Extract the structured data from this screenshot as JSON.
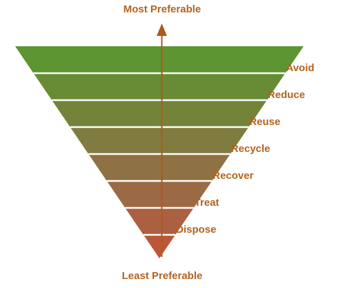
{
  "diagram": {
    "top_label": "Most Preferable",
    "bottom_label": "Least Preferable",
    "levels": [
      {
        "label": "Avoid",
        "color": "#5c9531"
      },
      {
        "label": "Reduce",
        "color": "#678c35"
      },
      {
        "label": "Reuse",
        "color": "#73843a"
      },
      {
        "label": "Recycle",
        "color": "#807b3f"
      },
      {
        "label": "Recover",
        "color": "#8e7243"
      },
      {
        "label": "Treat",
        "color": "#9c6945"
      },
      {
        "label": "Dispose",
        "color": "#ab6041"
      },
      {
        "label": "",
        "color": "#bb5736"
      }
    ],
    "label_color": "#b4621f",
    "arrow_color": "#b0581e",
    "divider_color": "#ffffff"
  }
}
